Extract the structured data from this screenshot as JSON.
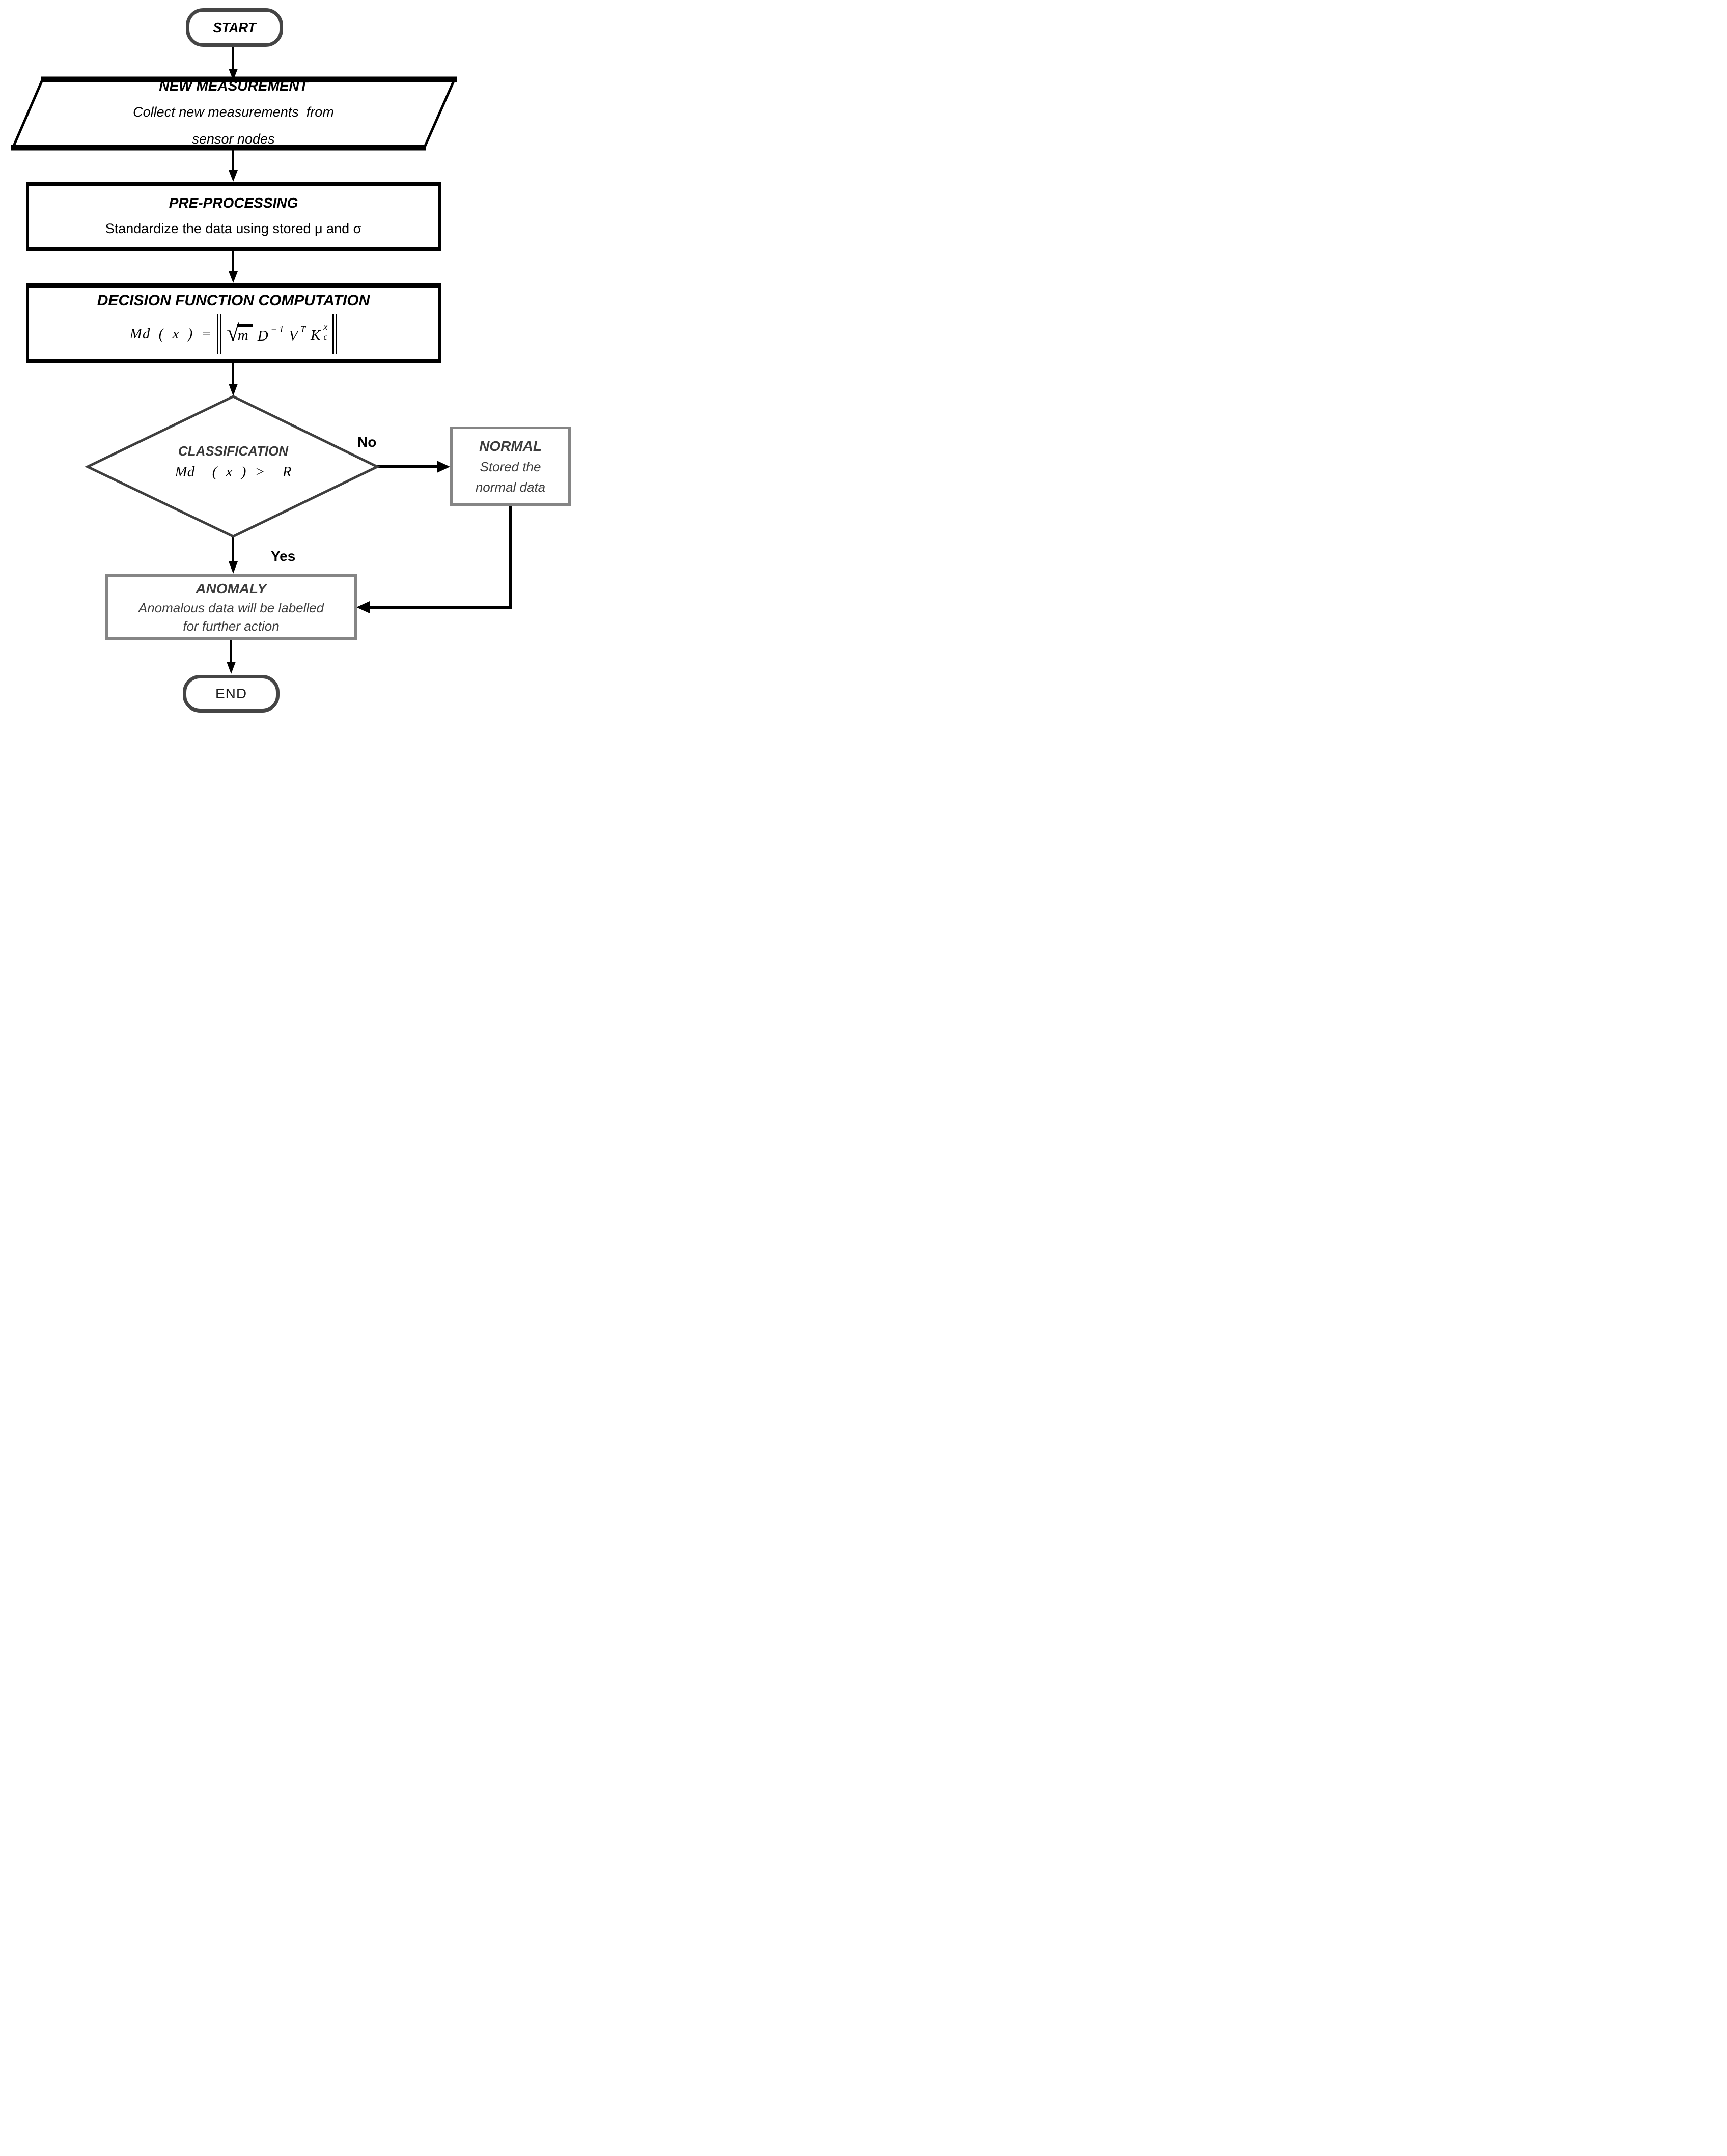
{
  "colors": {
    "terminal_border": "#454545",
    "process_border": "#000000",
    "decision_border": "#3f3f3f",
    "result_border": "#858585",
    "result_text": "#3d3d3d",
    "classification_text": "#383838",
    "arrow": "#000000",
    "background": "#ffffff"
  },
  "flowchart": {
    "start": {
      "label": "START"
    },
    "new_measurement": {
      "title": "NEW MEASUREMENT",
      "body_line1": "Collect new measurements  from",
      "body_line2": "sensor nodes"
    },
    "pre_processing": {
      "title": "PRE-PROCESSING",
      "body": "Standardize the data using stored μ and σ"
    },
    "decision_function": {
      "title": "DECISION FUNCTION COMPUTATION",
      "formula": {
        "lhs": "Md ( x ) =",
        "radical": "√",
        "radicand": "m",
        "matrix_d": "D",
        "matrix_d_exp": "− 1",
        "matrix_v": "V",
        "matrix_v_exp": "T",
        "kernel_k": "K",
        "kernel_sup": "x",
        "kernel_sub": "c"
      }
    },
    "classification": {
      "title": "CLASSIFICATION",
      "condition": "Md  ( x ) >  R"
    },
    "normal": {
      "title": "NORMAL",
      "body_line1": "Stored the",
      "body_line2": "normal data"
    },
    "anomaly": {
      "title": "ANOMALY",
      "body_line1": "Anomalous data will be labelled",
      "body_line2": "for further action"
    },
    "end": {
      "label": "END"
    },
    "edges": {
      "no": "No",
      "yes": "Yes"
    }
  }
}
